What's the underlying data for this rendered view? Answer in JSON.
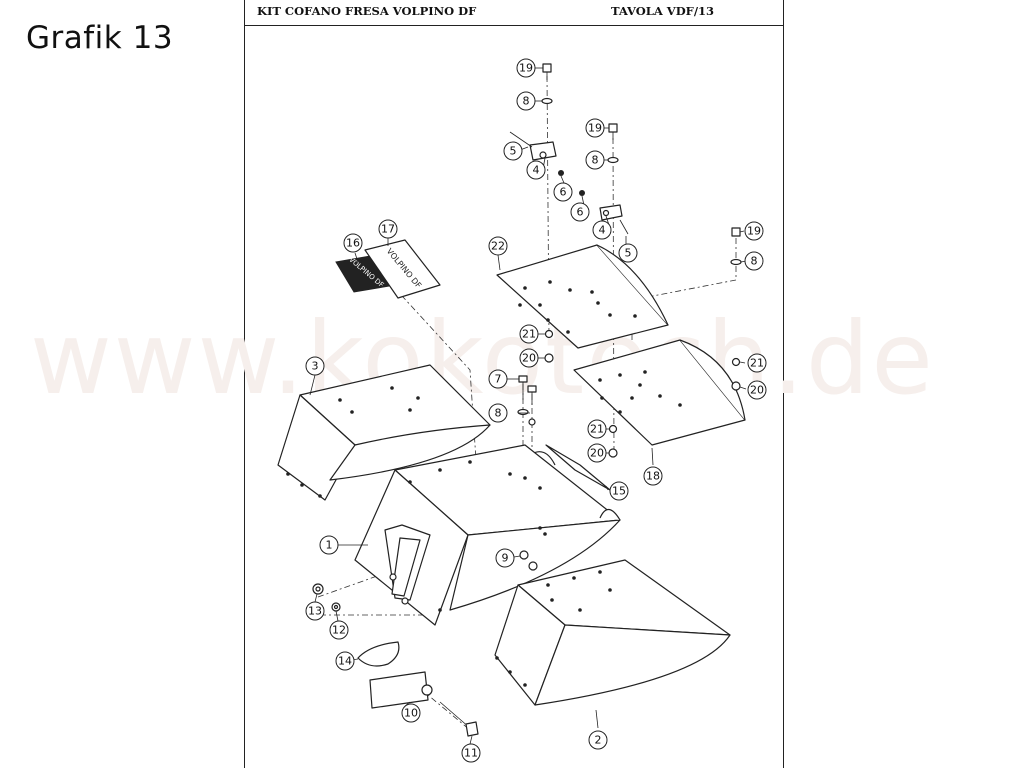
{
  "page_label": "Grafik 13",
  "header": {
    "title": "KIT COFANO FRESA VOLPINO DF",
    "code": "TAVOLA VDF/13"
  },
  "watermark": "www.kokotech.de",
  "decals": {
    "decal_16_text": "VOLPINO DF",
    "decal_17_text": "VOLPINO DF"
  },
  "callouts": {
    "c1": "1",
    "c2": "2",
    "c3": "3",
    "c4a": "4",
    "c4b": "4",
    "c5a": "5",
    "c5b": "5",
    "c6a": "6",
    "c6b": "6",
    "c7": "7",
    "c8a": "8",
    "c8b": "8",
    "c8c": "8",
    "c8d": "8",
    "c9": "9",
    "c10": "10",
    "c11": "11",
    "c12": "12",
    "c13": "13",
    "c14": "14",
    "c15": "15",
    "c16": "16",
    "c17": "17",
    "c18": "18",
    "c19a": "19",
    "c19b": "19",
    "c19c": "19",
    "c20a": "20",
    "c20b": "20",
    "c20c": "20",
    "c21a": "21",
    "c21b": "21",
    "c21c": "21",
    "c22": "22"
  }
}
